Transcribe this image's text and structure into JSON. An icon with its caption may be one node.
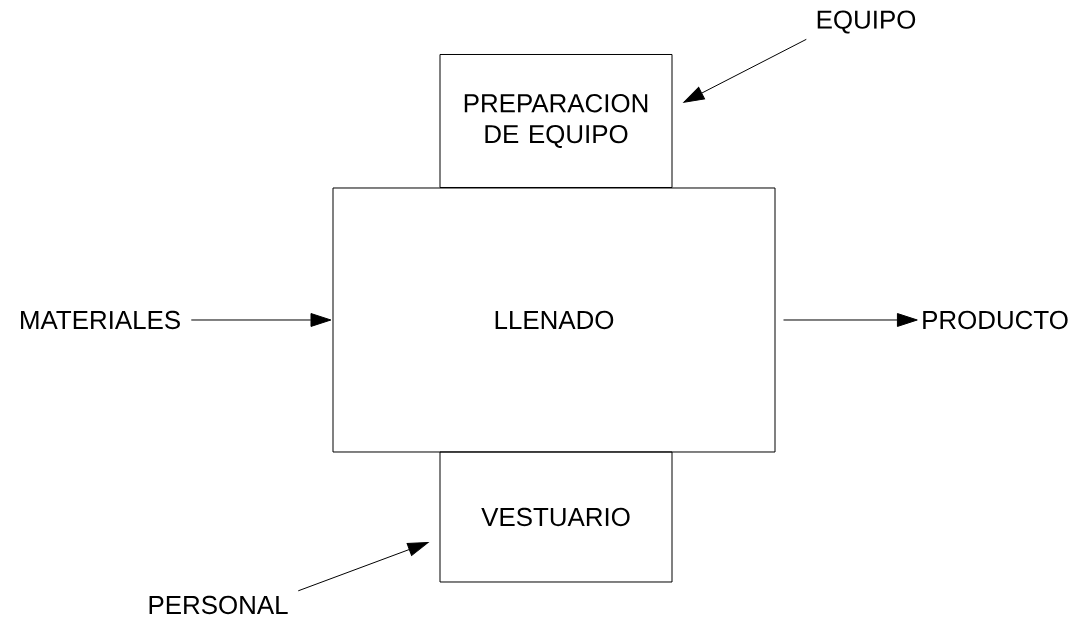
{
  "diagram": {
    "nodes": [
      {
        "text": [
          "PREPARACION DE EQUIPO"
        ]
      },
      {
        "text": [
          "LLENADO"
        ]
      },
      {
        "text": [
          "VESTUARIO"
        ]
      },
      {
        "text": [
          "MATERIALES"
        ]
      },
      {
        "text": [
          "PRODUCTO"
        ]
      },
      {
        "text": [
          "EQUIPO"
        ]
      },
      {
        "text": [
          "PERSONAL"
        ]
      }
    ],
    "edges": [
      {
        "from": 3,
        "to": 1,
        "arrow": "to"
      },
      {
        "from": 1,
        "to": 4,
        "arrow": "to"
      },
      {
        "from": 5,
        "to": 0,
        "arrow": "to"
      },
      {
        "from": 6,
        "to": 2,
        "arrow": "to"
      }
    ]
  }
}
